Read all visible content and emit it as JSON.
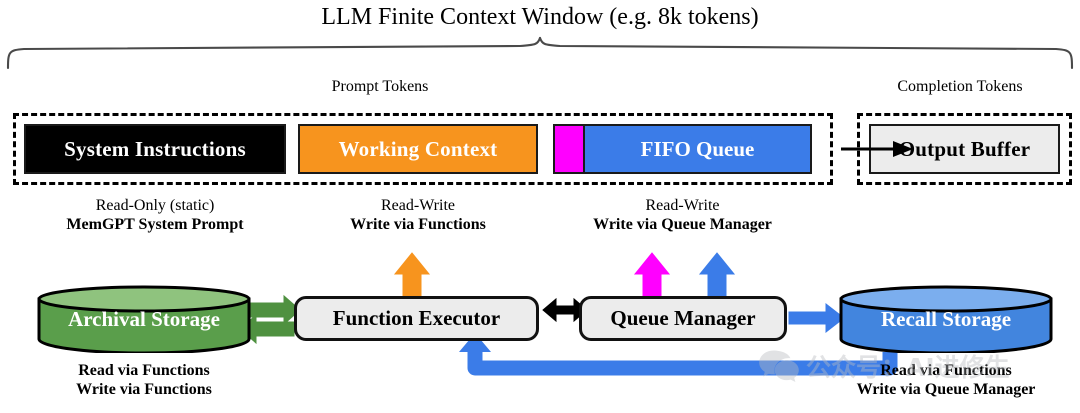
{
  "diagram": {
    "title": "LLM Finite Context Window (e.g. 8k tokens)",
    "groups": {
      "prompt_tokens": "Prompt Tokens",
      "completion_tokens": "Completion Tokens"
    },
    "context_blocks": [
      {
        "id": "system-instructions",
        "label": "System Instructions",
        "bg": "#000000",
        "fg": "#ffffff",
        "caption_line1": "Read-Only (static)",
        "caption_line2": "MemGPT System Prompt"
      },
      {
        "id": "working-context",
        "label": "Working Context",
        "bg": "#F7941E",
        "fg": "#ffffff",
        "caption_line1": "Read-Write",
        "caption_line2": "Write via Functions"
      },
      {
        "id": "fifo-queue",
        "label": "FIFO Queue",
        "bg": "#3B7CE8",
        "fg": "#ffffff",
        "accent": "#FF00FF",
        "caption_line1": "Read-Write",
        "caption_line2": "Write via Queue Manager"
      }
    ],
    "output_block": {
      "id": "output-buffer",
      "label": "Output Buffer",
      "bg": "#ececec",
      "fg": "#000000"
    },
    "processors": [
      {
        "id": "function-executor",
        "label": "Function Executor"
      },
      {
        "id": "queue-manager",
        "label": "Queue Manager"
      }
    ],
    "storages": [
      {
        "id": "archival-storage",
        "label": "Archival Storage",
        "color": "#5A9E4B",
        "top_color": "#8FC37E",
        "caption_line1": "Read via Functions",
        "caption_line2": "Write via Functions"
      },
      {
        "id": "recall-storage",
        "label": "Recall Storage",
        "color": "#4285DE",
        "top_color": "#7BAEEE",
        "caption_line1": "Read via Functions",
        "caption_line2": "Write via Queue Manager"
      }
    ],
    "colors": {
      "orange": "#F7941E",
      "magenta": "#FF00FF",
      "blue": "#3B7CE8",
      "green": "#5A9E4B",
      "black": "#000000",
      "gray_fill": "#ececec"
    }
  },
  "watermark": {
    "text": "公众号：AI进修生",
    "icon": "wechat-icon",
    "color": "#b9bcc0"
  }
}
